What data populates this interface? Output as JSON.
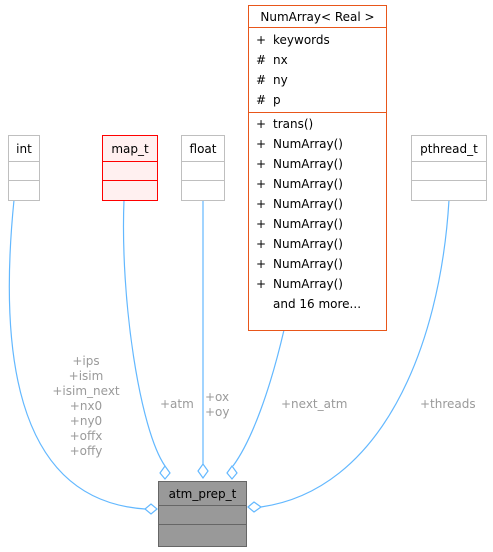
{
  "nodes": {
    "int": {
      "title": "int"
    },
    "map_t": {
      "title": "map_t"
    },
    "float": {
      "title": "float"
    },
    "pthread_t": {
      "title": "pthread_t"
    },
    "numarray": {
      "title": "NumArray< Real >",
      "attributes": [
        {
          "sym": "+",
          "name": "keywords"
        },
        {
          "sym": "#",
          "name": "nx"
        },
        {
          "sym": "#",
          "name": "ny"
        },
        {
          "sym": "#",
          "name": "p"
        }
      ],
      "methods": [
        {
          "sym": "+",
          "name": "trans()"
        },
        {
          "sym": "+",
          "name": "NumArray()"
        },
        {
          "sym": "+",
          "name": "NumArray()"
        },
        {
          "sym": "+",
          "name": "NumArray()"
        },
        {
          "sym": "+",
          "name": "NumArray()"
        },
        {
          "sym": "+",
          "name": "NumArray()"
        },
        {
          "sym": "+",
          "name": "NumArray()"
        },
        {
          "sym": "+",
          "name": "NumArray()"
        },
        {
          "sym": "+",
          "name": "NumArray()"
        },
        {
          "sym": "",
          "name": "and 16 more..."
        }
      ]
    },
    "main": {
      "title": "atm_prep_t"
    }
  },
  "edge_labels": {
    "int_members": [
      "+ips",
      "+isim",
      "+isim_next",
      "+nx0",
      "+ny0",
      "+offx",
      "+offy"
    ],
    "map_members": [
      "+atm"
    ],
    "float_members": [
      "+ox",
      "+oy"
    ],
    "numarray_members": [
      "+next_atm"
    ],
    "pthread_members": [
      "+threads"
    ]
  },
  "colors": {
    "edge": "#63b8ff",
    "label": "#9a9a9a",
    "main_fill": "#999999",
    "main_border": "#666666",
    "missing_border": "#ff0000",
    "missing_fill": "#fff0f0",
    "template_border": "#e8561a",
    "plain_border": "#bfbfbf"
  }
}
